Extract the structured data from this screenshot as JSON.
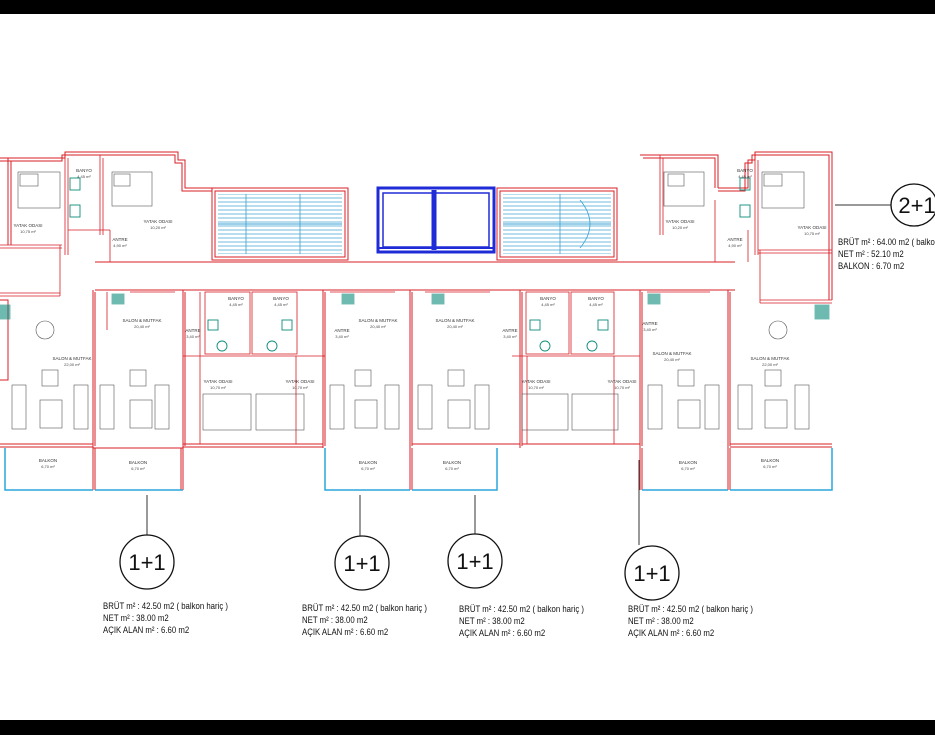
{
  "rooms": {
    "banyo": "BANYO",
    "banyo_area_a": "4,45 m²",
    "banyo_area_b": "4,45 m²",
    "yatak_odasi": "YATAK ODASI",
    "yatak_area_a": "10,75 m²",
    "yatak_area_b": "10,20 m²",
    "yatak_area_c": "10,70 m²",
    "antre": "ANTRE",
    "antre_area_a": "4,90 m²",
    "antre_area_b": "3,40 m²",
    "salon_mutfak": "SALON & MUTFAK",
    "salon_area_a": "20,40 m²",
    "salon_area_b": "22,00 m²",
    "balkon": "BALKON",
    "balkon_area": "6,70 m²"
  },
  "units": [
    {
      "type": "2+1",
      "specs": [
        {
          "label": "BRÜT m²",
          "value": ": 64.00 m2  ( balkon"
        },
        {
          "label": "NET m²",
          "value": ": 52.10 m2"
        },
        {
          "label": "BALKON",
          "value": ": 6.70 m2"
        }
      ]
    },
    {
      "type": "1+1",
      "specs": [
        {
          "label": "BRÜT m²",
          "value": ": 42.50 m2  ( balkon hariç )"
        },
        {
          "label": "NET m²",
          "value": ": 38.00 m2"
        },
        {
          "label": "AÇIK ALAN m²",
          "value": ": 6.60 m2"
        }
      ]
    },
    {
      "type": "1+1",
      "specs": [
        {
          "label": "BRÜT m²",
          "value": ": 42.50 m2 ( balkon hariç )"
        },
        {
          "label": "NET m²",
          "value": ": 38.00 m2"
        },
        {
          "label": "AÇIK ALAN m²",
          "value": ": 6.60 m2"
        }
      ]
    },
    {
      "type": "1+1",
      "specs": [
        {
          "label": "BRÜT m²",
          "value": ": 42.50 m2  ( balkon hariç )"
        },
        {
          "label": "NET m²",
          "value": ": 38.00 m2"
        },
        {
          "label": "AÇIK ALAN m²",
          "value": ": 6.60 m2"
        }
      ]
    },
    {
      "type": "1+1",
      "specs": [
        {
          "label": "BRÜT m²",
          "value": ": 42.50 m2  ( balkon hariç )"
        },
        {
          "label": "NET m²",
          "value": ": 38.00 m2"
        },
        {
          "label": "AÇIK ALAN m²",
          "value": ": 6.60 m2"
        }
      ]
    }
  ],
  "colors": {
    "wall": "#d81f26",
    "structure": "#1e2bd6",
    "balcony": "#2aa6dc",
    "stair": "#3aa0d0",
    "fixture": "#0e8c7c"
  }
}
